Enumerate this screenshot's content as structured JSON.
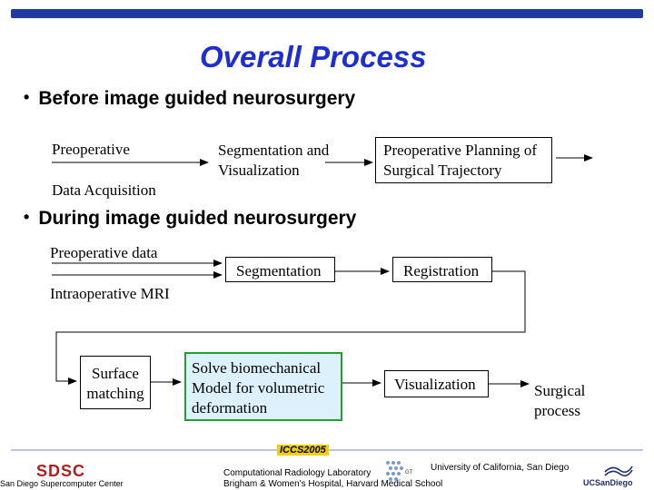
{
  "title": "Overall Process",
  "bullets": {
    "before": "Before image guided neurosurgery",
    "during": "During image guided neurosurgery"
  },
  "before_flow": {
    "preoperative": "Preoperative",
    "data_acquisition": "Data Acquisition",
    "segmentation_line1": "Segmentation and",
    "segmentation_line2": "Visualization",
    "planning_line1": "Preoperative Planning of",
    "planning_line2": "Surgical Trajectory"
  },
  "during_flow": {
    "preoperative_data": "Preoperative data",
    "intraoperative_mri": "Intraoperative MRI",
    "segmentation": "Segmentation",
    "registration": "Registration",
    "surface_line1": "Surface",
    "surface_line2": "matching",
    "solve_line1": "Solve biomechanical",
    "solve_line2": "Model for volumetric",
    "solve_line3": "deformation",
    "visualization": "Visualization",
    "surgical_line1": "Surgical",
    "surgical_line2": "process"
  },
  "footer": {
    "sdsc_logo": "SDSC",
    "sdsc_name": "San Diego Supercomputer Center",
    "conference": "ICCS2005",
    "lab": "Computational Radiology Laboratory",
    "hospital": "Brigham & Women's Hospital, Harvard Medical School",
    "university": "University of California, San Diego",
    "ucsd_logo": "UCSanDiego"
  },
  "colors": {
    "title": "#1f2fcf",
    "top_bar": "#1f3aa0",
    "highlight_border": "#1fa22b",
    "highlight_fill": "#dcf1fb"
  }
}
